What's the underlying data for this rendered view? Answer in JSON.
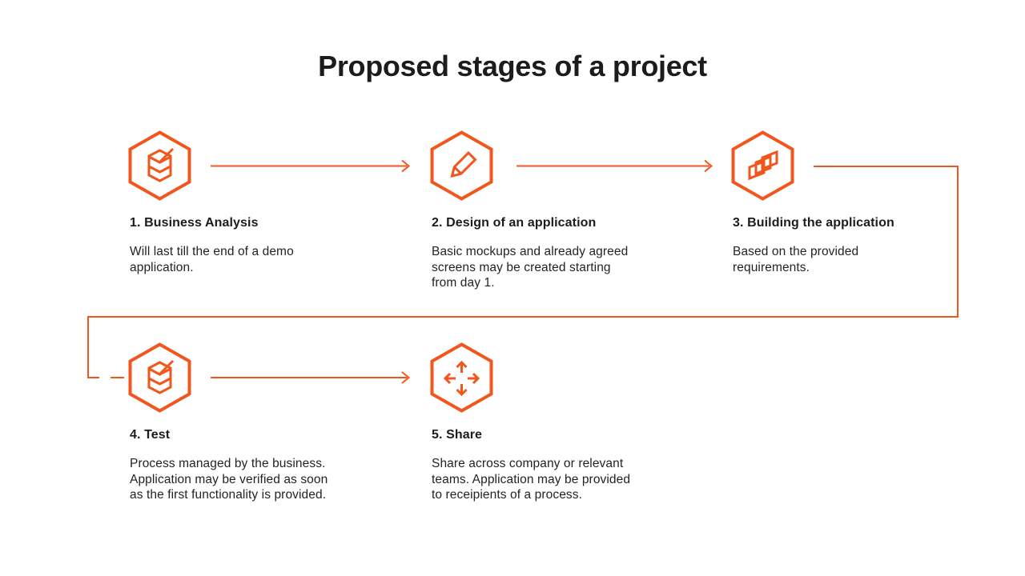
{
  "title": "Proposed stages of a project",
  "colors": {
    "accent": "#F1561D",
    "text": "#232323",
    "heading": "#1c1c1c"
  },
  "stages": [
    {
      "heading": "1. Business Analysis",
      "body": "Will last till the end of a demo\napplication.",
      "icon": "process-stack-icon"
    },
    {
      "heading": "2. Design of an application",
      "body": "Basic mockups and already agreed\nscreens may be created starting\nfrom day 1.",
      "icon": "pencil-icon"
    },
    {
      "heading": "3. Building the application",
      "body": "Based on the provided\nrequirements.",
      "icon": "screens-layers-icon"
    },
    {
      "heading": "4. Test",
      "body": "Process managed by the business.\nApplication may be verified as soon\nas the first functionality is provided.",
      "icon": "process-stack-icon"
    },
    {
      "heading": "5. Share",
      "body": "Share across company or relevant\nteams. Application may be provided\nto receipients of a process.",
      "icon": "share-arrows-icon"
    }
  ]
}
